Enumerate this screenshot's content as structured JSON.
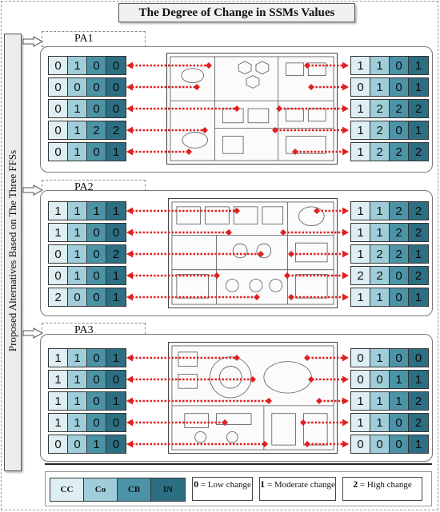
{
  "title": "The Degree of Change in SSMs Values",
  "side_label": "Proposed Alternatives Based on The Three FFSs",
  "colors": {
    "cc": "#dfeef3",
    "co": "#9fcdd9",
    "cb": "#4b93a6",
    "in": "#2c6f82",
    "arrow": "#e02020"
  },
  "panels": [
    {
      "label": "PA1",
      "left_rows": [
        [
          0,
          1,
          0,
          0
        ],
        [
          0,
          0,
          0,
          0
        ],
        [
          0,
          1,
          0,
          0
        ],
        [
          0,
          1,
          2,
          2
        ],
        [
          0,
          1,
          0,
          1
        ]
      ],
      "right_rows": [
        [
          1,
          1,
          0,
          1
        ],
        [
          0,
          1,
          0,
          1
        ],
        [
          1,
          2,
          2,
          2
        ],
        [
          1,
          2,
          0,
          1
        ],
        [
          1,
          2,
          2,
          2
        ]
      ]
    },
    {
      "label": "PA2",
      "left_rows": [
        [
          1,
          1,
          1,
          1
        ],
        [
          1,
          1,
          0,
          0
        ],
        [
          0,
          1,
          0,
          2
        ],
        [
          0,
          1,
          0,
          1
        ],
        [
          2,
          0,
          0,
          1
        ]
      ],
      "right_rows": [
        [
          1,
          1,
          2,
          2
        ],
        [
          1,
          1,
          2,
          2
        ],
        [
          1,
          2,
          2,
          1
        ],
        [
          2,
          2,
          0,
          2
        ],
        [
          1,
          1,
          0,
          1
        ]
      ]
    },
    {
      "label": "PA3",
      "left_rows": [
        [
          1,
          1,
          0,
          1
        ],
        [
          1,
          1,
          0,
          0
        ],
        [
          1,
          1,
          0,
          1
        ],
        [
          1,
          1,
          0,
          0
        ],
        [
          0,
          0,
          1,
          0
        ]
      ],
      "right_rows": [
        [
          0,
          1,
          0,
          0
        ],
        [
          0,
          0,
          1,
          1
        ],
        [
          1,
          1,
          1,
          2
        ],
        [
          1,
          1,
          0,
          2
        ],
        [
          0,
          0,
          0,
          1
        ]
      ]
    }
  ],
  "legend": {
    "columns": [
      "CC",
      "Co",
      "CB",
      "IN"
    ],
    "items": [
      {
        "value": "0",
        "text": "= Low change"
      },
      {
        "value": "1",
        "text": "= Moderate change"
      },
      {
        "value": "2",
        "text": "= High change"
      }
    ]
  }
}
